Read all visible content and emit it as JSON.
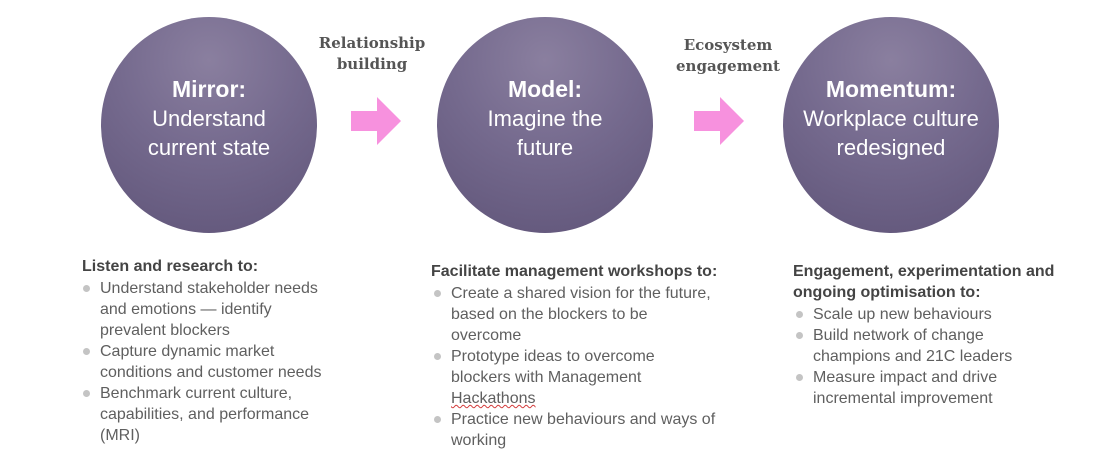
{
  "colors": {
    "circle": "#756a8e",
    "arrow": "#f791de",
    "connector_text": "#555555",
    "heading_text": "#444444",
    "body_text": "#5f5f5f",
    "bullet": "#c4c4c4"
  },
  "stages": [
    {
      "title": "Mirror:",
      "subtitle": "Understand\ncurrent state"
    },
    {
      "title": "Model:",
      "subtitle": "Imagine the\nfuture"
    },
    {
      "title": "Momentum:",
      "subtitle": "Workplace culture\nredesigned"
    }
  ],
  "connectors": [
    {
      "label": "Relationship\nbuilding",
      "icon": "arrow-right-icon"
    },
    {
      "label": "Ecosystem\nengagement",
      "icon": "arrow-right-icon"
    }
  ],
  "details": [
    {
      "heading": "Listen and research to:",
      "items": [
        "Understand stakeholder needs\nand emotions — identify\nprevalent blockers",
        "Capture dynamic market\nconditions and customer needs",
        "Benchmark current culture,\ncapabilities, and performance\n(MRI)"
      ]
    },
    {
      "heading": "Facilitate management workshops to:",
      "items": [
        "Create a shared vision for the future,\nbased on the blockers to be\novercome",
        "Prototype ideas to overcome\nblockers with Management\nHackathons",
        "Practice new behaviours and ways of\nworking"
      ]
    },
    {
      "heading": "Engagement, experimentation and\nongoing optimisation to:",
      "items": [
        "Scale up new behaviours",
        "Build network of change\nchampions and 21C leaders",
        "Measure impact and drive\nincremental improvement"
      ]
    }
  ]
}
